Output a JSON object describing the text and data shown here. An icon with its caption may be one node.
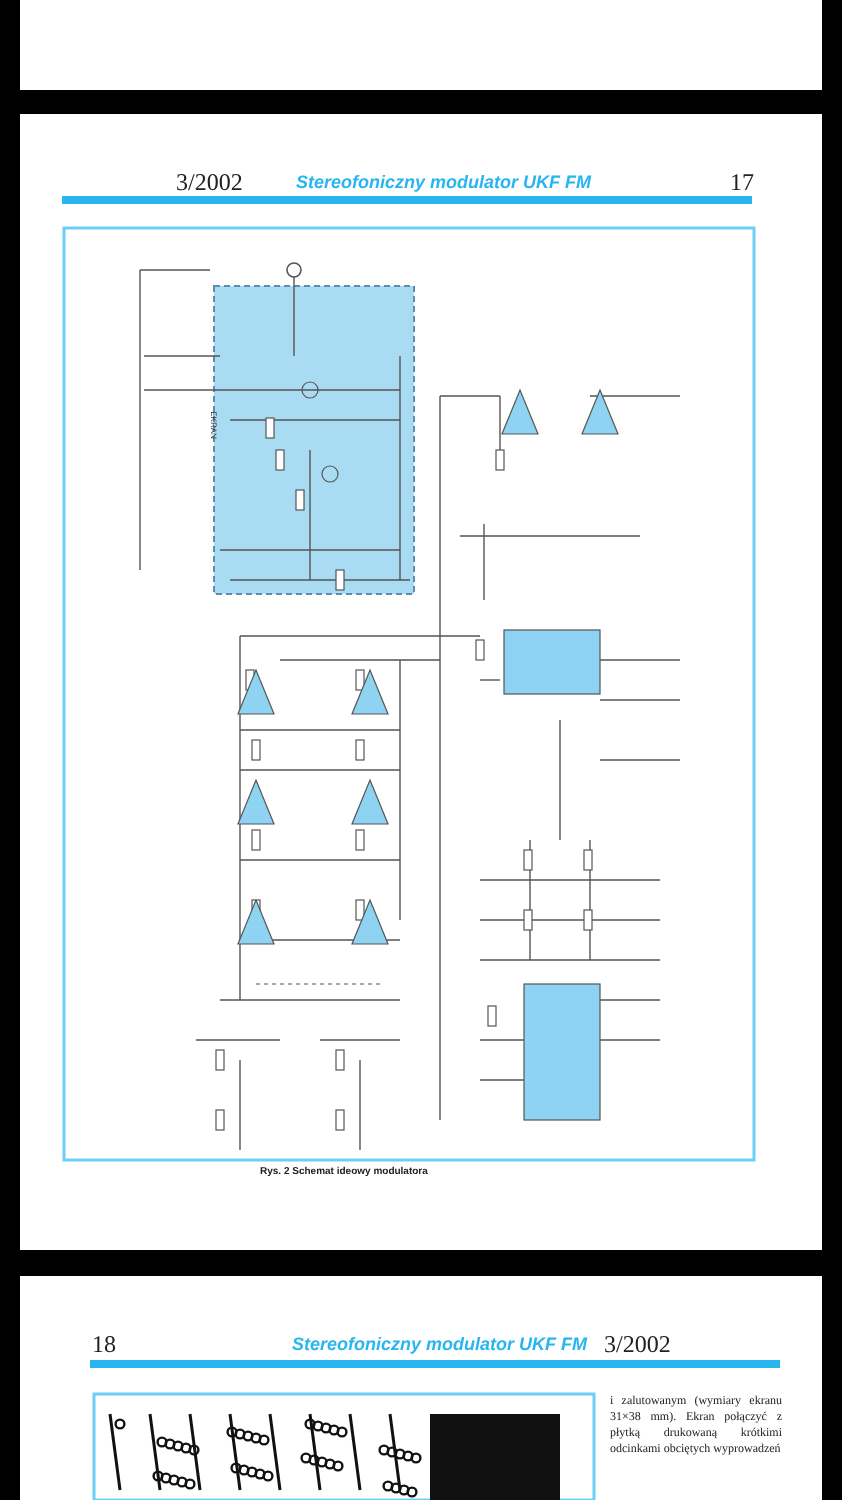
{
  "diagram": {
    "title": "Stereofoniczny modulator UKF FM",
    "caption": "Rys. 2 Schemat ideowy modulatora",
    "labels": [
      "3/2002",
      "17",
      "EKRAN",
      "18",
      "Stereofoniczny modulator UKF FM",
      "3/2002",
      "i zalutowanym (wymiary ekranu 31×38 mm). Ekran połączyć z płytką drukowaną krótkimi odcinkami obciętych wyprowadzeń"
    ]
  }
}
